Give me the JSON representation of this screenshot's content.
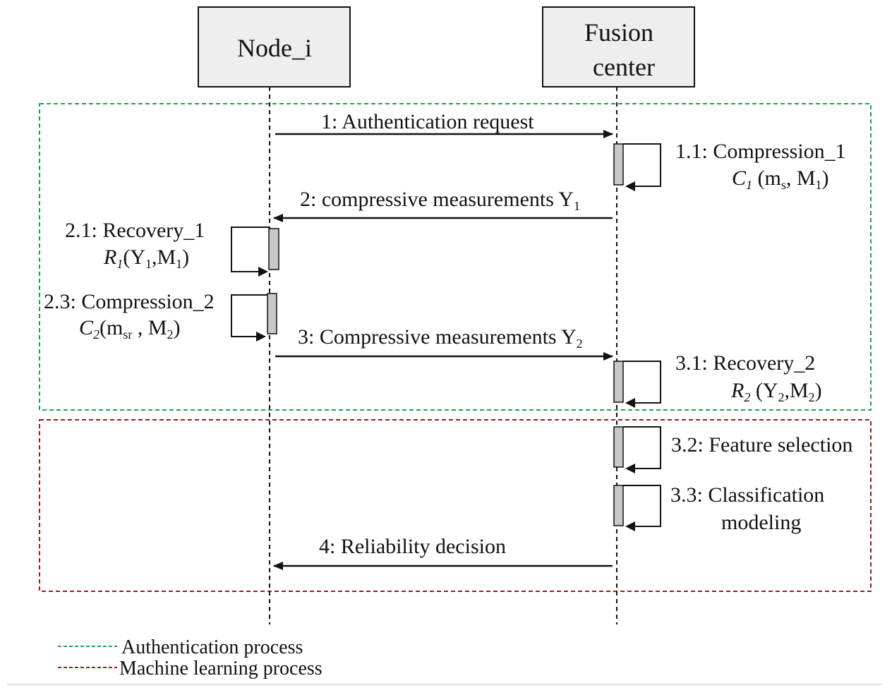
{
  "participants": {
    "node": "Node_i",
    "fusion_line1": "Fusion",
    "fusion_line2": "center"
  },
  "messages": {
    "m1": "1: Authentication request",
    "m2_text": "2: compressive measurements Y",
    "m2_sub": "1",
    "m3_text": "3: Compressive measurements Y",
    "m3_sub": "2",
    "m4": "4: Reliability decision"
  },
  "self_calls": {
    "s1_1_label": "1.1: Compression_1",
    "s1_1_fn": "C",
    "s1_1_fn_sub": "1",
    "s1_1_args_a": " (m",
    "s1_1_args_a_sub": "s",
    "s1_1_args_b": ", M",
    "s1_1_args_b_sub": "1",
    "s1_1_close": ")",
    "s2_1_label": "2.1: Recovery_1",
    "s2_1_fn": "R",
    "s2_1_fn_sub": "1",
    "s2_1_args_a": "(Y",
    "s2_1_args_a_sub": "1",
    "s2_1_args_b": ",M",
    "s2_1_args_b_sub": "1",
    "s2_1_close": ")",
    "s2_3_label": "2.3: Compression_2",
    "s2_3_fn": "C",
    "s2_3_fn_sub": "2",
    "s2_3_args_a": "(m",
    "s2_3_args_a_sub": "sr",
    "s2_3_args_b": " , M",
    "s2_3_args_b_sub": "2",
    "s2_3_close": ")",
    "s3_1_label": "3.1: Recovery_2",
    "s3_1_fn": "R",
    "s3_1_fn_sub": "2",
    "s3_1_args_a": " (Y",
    "s3_1_args_a_sub": "2",
    "s3_1_args_b": ",M",
    "s3_1_args_b_sub": "2",
    "s3_1_close": ")",
    "s3_2_label": "3.2: Feature selection",
    "s3_3_label_line1": "3.3: Classification",
    "s3_3_label_line2": "modeling"
  },
  "legend": {
    "auth": "Authentication process",
    "ml": "Machine learning process"
  },
  "colors": {
    "auth_region": "#1aa34a",
    "ml_region": "#9b1c1c",
    "activation": "#c8c8c8",
    "lane_fill": "#eeeeee"
  }
}
